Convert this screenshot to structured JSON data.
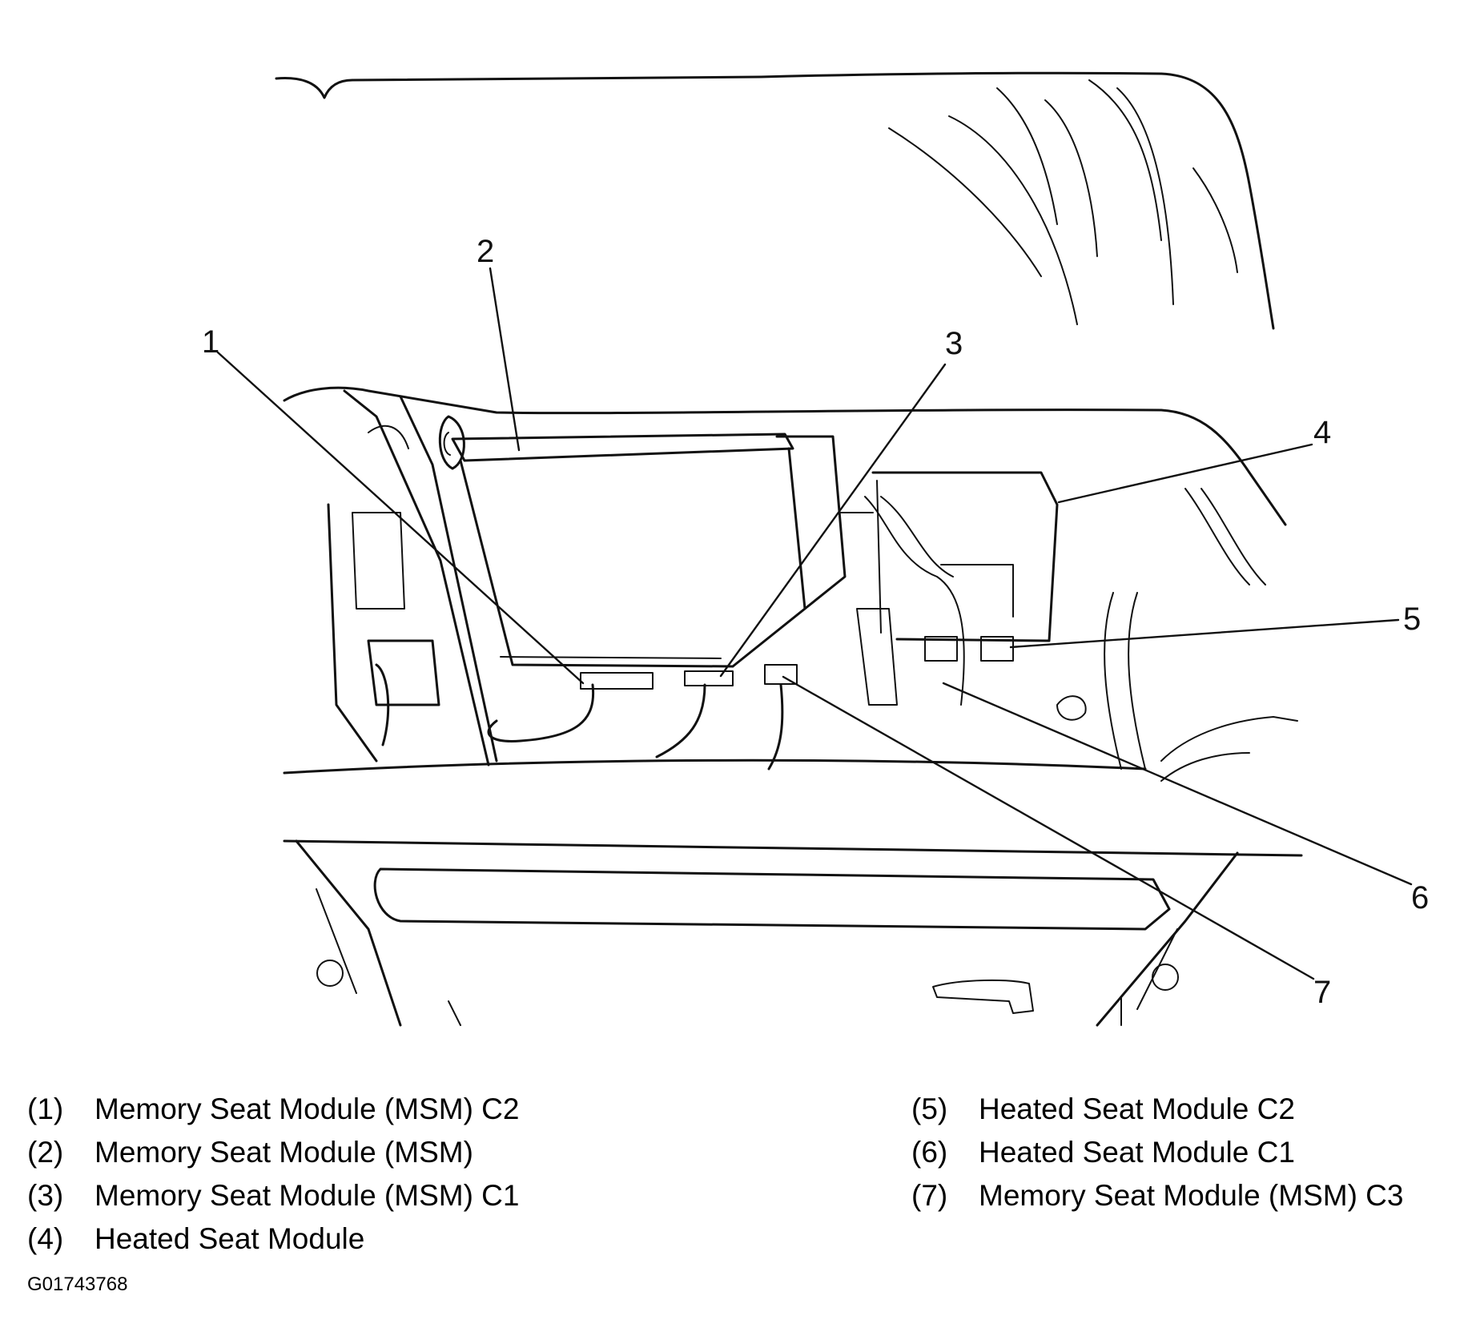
{
  "callouts": [
    "1",
    "2",
    "3",
    "4",
    "5",
    "6",
    "7"
  ],
  "legend_left": [
    {
      "num": "(1)",
      "label": "Memory Seat Module (MSM) C2"
    },
    {
      "num": "(2)",
      "label": "Memory Seat Module (MSM)"
    },
    {
      "num": "(3)",
      "label": "Memory Seat Module (MSM) C1"
    },
    {
      "num": "(4)",
      "label": "Heated Seat Module"
    }
  ],
  "legend_right": [
    {
      "num": "(5)",
      "label": "Heated Seat Module C2"
    },
    {
      "num": "(6)",
      "label": "Heated Seat Module C1"
    },
    {
      "num": "(7)",
      "label": "Memory Seat Module (MSM) C3"
    }
  ],
  "figure_id": "G01743768",
  "colors": {
    "ink": "#111111",
    "background": "#ffffff"
  }
}
